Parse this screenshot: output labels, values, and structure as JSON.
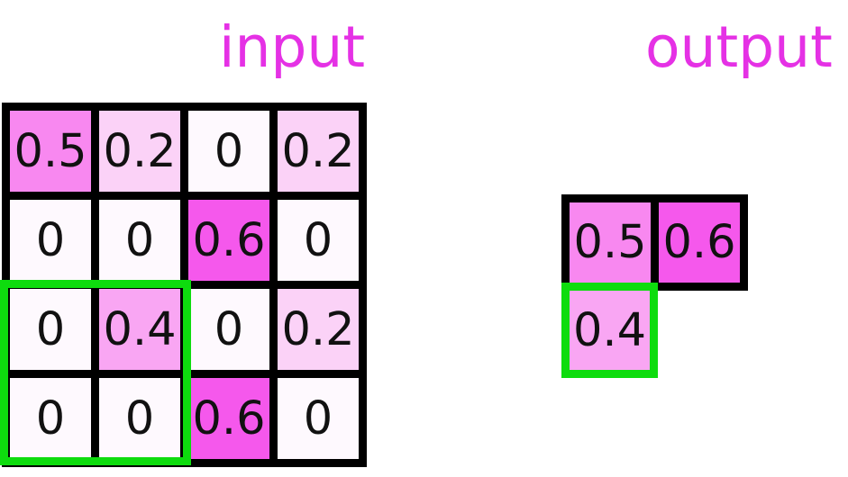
{
  "titles": {
    "input": "input",
    "output": "output"
  },
  "colors": {
    "background": "#ffffff",
    "grid_line": "#000000",
    "highlight_green": "#0edc0e",
    "title_magenta": "#e531e5",
    "value_colors": {
      "0": "#fef9fe",
      "0.2": "#fbd2f7",
      "0.4": "#f9a6f3",
      "0.5": "#f888f0",
      "0.6": "#f558ec"
    }
  },
  "input_grid": {
    "rows": [
      [
        "0.5",
        "0.2",
        "0",
        "0.2"
      ],
      [
        "0",
        "0",
        "0.6",
        "0"
      ],
      [
        "0",
        "0.4",
        "0",
        "0.2"
      ],
      [
        "0",
        "0",
        "0.6",
        "0"
      ]
    ],
    "highlight_window": {
      "rows": [
        3,
        4
      ],
      "cols": [
        1,
        2
      ]
    }
  },
  "output_grid": {
    "cells": [
      "0.5",
      "0.6"
    ],
    "highlight_cell": "0.4"
  }
}
